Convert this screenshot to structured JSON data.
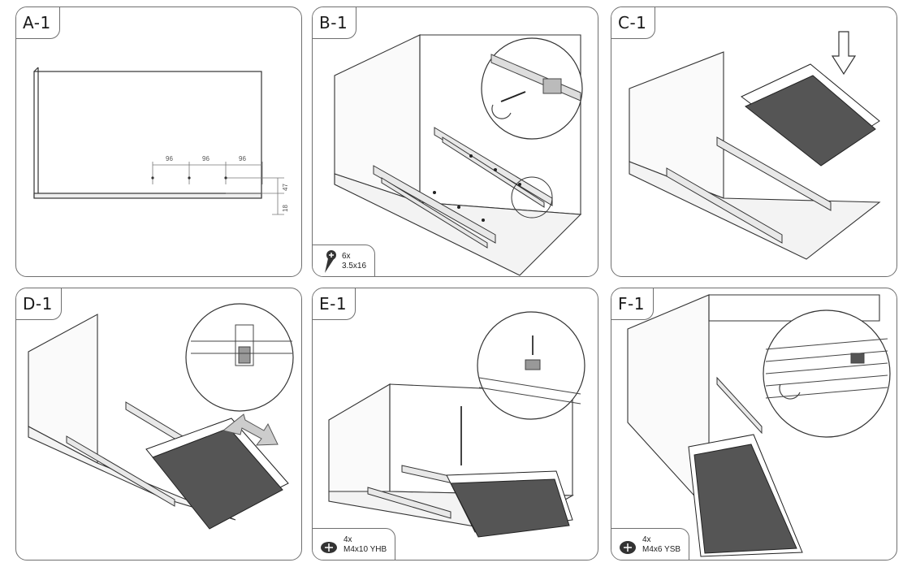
{
  "panels": {
    "a": {
      "label": "A-1",
      "dims": {
        "d1": "96",
        "d2": "96",
        "d3": "96",
        "h1": "47",
        "h2": "18"
      }
    },
    "b": {
      "label": "B-1",
      "screw": {
        "count": "6x",
        "size": "3.5x16"
      }
    },
    "c": {
      "label": "C-1"
    },
    "d": {
      "label": "D-1"
    },
    "e": {
      "label": "E-1",
      "screw": {
        "count": "4x",
        "size": "M4x10 YHB"
      }
    },
    "f": {
      "label": "F-1",
      "screw": {
        "count": "4x",
        "size": "M4x6 YSB"
      }
    }
  }
}
